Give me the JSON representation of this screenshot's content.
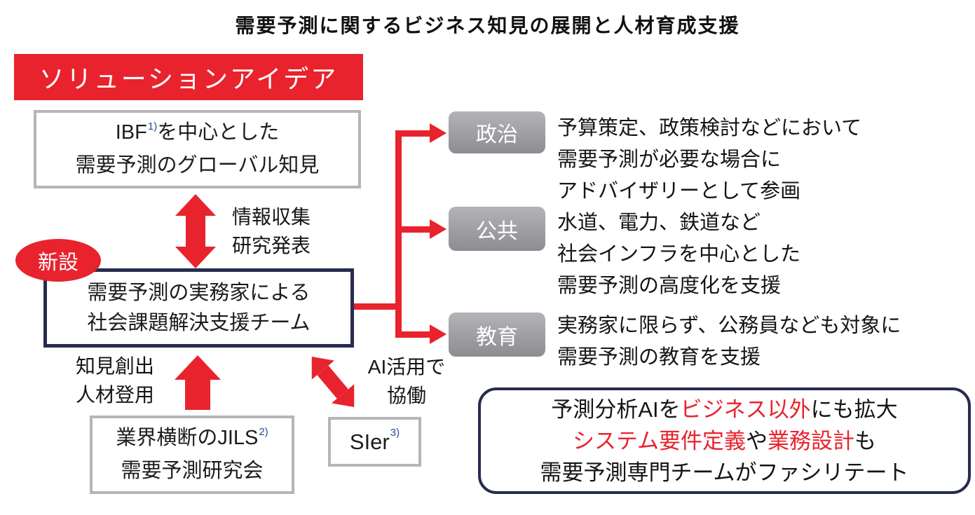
{
  "title": "需要予測に関するビジネス知見の展開と人材育成支援",
  "banner": {
    "label": "ソリューションアイデア"
  },
  "ibf_box": {
    "line1_pre": "IBF",
    "line1_sup": "1)",
    "line1_post": "を中心とした",
    "line2": "需要予測のグローバル知見"
  },
  "exchange_arrow": {
    "label_line1": "情報収集",
    "label_line2": "研究発表"
  },
  "new_badge": {
    "label": "新設"
  },
  "team_box": {
    "line1": "需要予測の実務家による",
    "line2": "社会課題解決支援チーム"
  },
  "sectors": [
    {
      "tag": "政治",
      "desc_lines": [
        "予算策定、政策検討などにおいて",
        "需要予測が必要な場合に",
        "アドバイザリーとして参画"
      ]
    },
    {
      "tag": "公共",
      "desc_lines": [
        "水道、電力、鉄道など",
        "社会インフラを中心とした",
        "需要予測の高度化を支援"
      ]
    },
    {
      "tag": "教育",
      "desc_lines": [
        "実務家に限らず、公務員なども対象に",
        "需要予測の教育を支援"
      ]
    }
  ],
  "uplift_arrow": {
    "label_line1": "知見創出",
    "label_line2": "人材登用"
  },
  "jils_box": {
    "line1_pre": "業界横断のJILS",
    "line1_sup": "2)",
    "line2": "需要予測研究会"
  },
  "ai_arrow": {
    "label_line1": "AI活用で",
    "label_line2": "協働"
  },
  "sier_box": {
    "label": "SIer",
    "sup": "3)"
  },
  "highlight_box": {
    "line1": {
      "s1": "予測分析AIを",
      "s2": "ビジネス以外",
      "s3": "にも拡大"
    },
    "line2": {
      "s1": "システム要件定義",
      "s2": "や",
      "s3": "業務設計",
      "s4": "も"
    },
    "line3": "需要予測専門チームがファシリテート"
  },
  "colors": {
    "accent_red": "#e8232d",
    "navy_border": "#272c4e",
    "gray_border": "#b5b5b5",
    "sector_gray": "#9a9a9e",
    "superscript_blue": "#2a4a8a"
  }
}
